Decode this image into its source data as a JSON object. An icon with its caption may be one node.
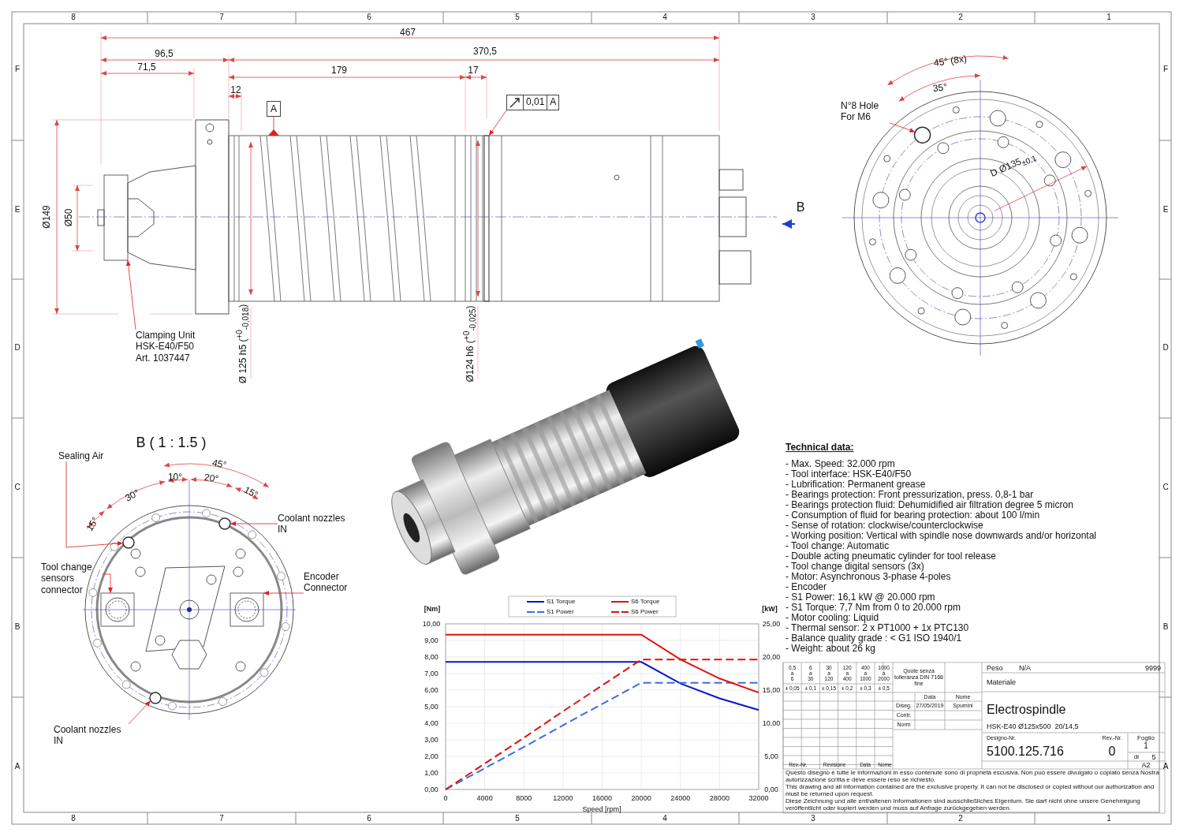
{
  "diagram": {
    "nodes": [
      {
        "text": [
          "Clamping Unit HSK-E40/F50 Art. 1037447"
        ]
      },
      {
        "text": [
          "A"
        ]
      },
      {
        "text": [
          "0,01",
          "A"
        ]
      },
      {
        "text": [
          "N°8 Hole For M6"
        ]
      },
      {
        "text": [
          "Sealing Air"
        ]
      },
      {
        "text": [
          "Coolant nozzles IN"
        ]
      },
      {
        "text": [
          "Tool change sensors connector"
        ]
      },
      {
        "text": [
          "Encoder Connector"
        ]
      },
      {
        "text": [
          "Coolant nozzles IN"
        ]
      },
      {
        "text": [],
        "shape": "box"
      },
      {
        "text": [],
        "shape": "box"
      },
      {
        "text": [],
        "shape": "bar",
        "in": 10
      },
      {
        "text": [],
        "shape": "circle"
      },
      {
        "text": [],
        "shape": "circle"
      },
      {
        "text": [],
        "shape": "circle"
      },
      {
        "text": [],
        "shape": "box"
      },
      {
        "text": [],
        "shape": "box"
      },
      {
        "text": [],
        "shape": "circle"
      }
    ],
    "edges": [
      {
        "from": 0,
        "to": 9,
        "arrow": "to"
      },
      {
        "from": 1,
        "to": 10,
        "arrow": "other"
      },
      {
        "from": 2,
        "to": 11,
        "arrow": "to"
      },
      {
        "from": 3,
        "to": 12,
        "arrow": "to"
      },
      {
        "from": 4,
        "to": 13,
        "arrow": "to"
      },
      {
        "from": 5,
        "to": 14,
        "arrow": "to"
      },
      {
        "from": 6,
        "to": 15,
        "arrow": "to"
      },
      {
        "from": 7,
        "to": 16,
        "arrow": "to"
      },
      {
        "from": 8,
        "to": 17,
        "arrow": "to"
      }
    ],
    "labels": [
      "8",
      "7",
      "6",
      "5",
      "4",
      "3",
      "2",
      "1",
      "8",
      "7",
      "6",
      "5",
      "4",
      "3",
      "2",
      "1",
      "F",
      "E",
      "D",
      "C",
      "B",
      "A",
      "F",
      "E",
      "D",
      "C",
      "B",
      "A",
      "467",
      "96,5",
      "370,5",
      "71,5",
      "179",
      "17",
      "12",
      "Ø149",
      "Ø50",
      "Ø 125 h5 ($^{+0}$$_{-0,018}$)",
      "Ø124 h6 ($^{+0}$$_{-0,025}$)",
      "B",
      "45° (8x)",
      "35°",
      "D Ø135$_{±0,1}$",
      "B ( 1 : 1.5 )",
      "45°",
      "10°",
      "20°",
      "30°",
      "15°",
      "15°",
      "Technical data:",
      "- Max. Speed: 32.000 rpm",
      "- Tool interface: HSK-E40/F50",
      "- Lubrification: Permanent grease",
      "- Bearings protection: Front pressurization, press. 0,8-1 bar",
      "- Bearings protection fluid: Dehumidified air filtration degree 5 micron",
      "- Consumption of fluid for bearing protection: about 100 l/min",
      "- Sense of rotation: clockwise/counterclockwise",
      "- Working position: Vertical with spindle nose downwards and/or horizontal",
      "- Tool change: Automatic",
      "- Double acting pneumatic cylinder for tool release",
      "- Tool change digital sensors (3x)",
      "- Motor: Asynchronous 3-phase 4-poles",
      "- Encoder",
      "- S1 Power: 16,1 kW @ 20.000 rpm",
      "- S1 Torque: 7,7 Nm from 0 to 20.000 rpm",
      "- Motor cooling: Liquid",
      "- Thermal sensor: 2 x PT1000 + 1x PTC130",
      "- Balance quality grade : < G1 ISO 1940/1",
      "- Weight: about 26 kg",
      "0,5 a 6",
      "6 a 30",
      "30 a 120",
      "120 a 400",
      "400 a 1000",
      "1000 a 2000",
      "± 0,05",
      "± 0,1",
      "± 0,15",
      "± 0,2",
      "± 0,3",
      "± 0,5",
      "Quote senza tolleranza DIN 7168 fine",
      "Peso",
      "N/A",
      "9999",
      "Materiale",
      "Data",
      "Nome",
      "Diseg.",
      "27/05/2019",
      "Spumini",
      "Contr.",
      "Norm",
      "Electrospindle",
      "HSK-E40 Ø125x500  20/14,5",
      "Designo-Nr.",
      "5100.125.716",
      "Rev.-Nr.",
      "0",
      "Foglio",
      "1",
      "di",
      "5",
      "Rev.-Nr.",
      "Revisione",
      "Data",
      "Nome",
      "A2",
      "Questo disegno e tutte le informazioni in esso contenute sono di proprietà escusiva. Non può essere divulgato o copiato senza Nostra autorizzazione scritta e deve essere reso se richiesto.",
      "This drawing and all information contained are the exclusive property. It can not be disclosed or copied without our authorization and must be returned upon request.",
      "Diese Zeichnung und alle enthaltenen Informationen sind ausschließliches Eigentum. Sie darf nicht ohne unsere Genehmigung veröffentlicht oder kopiert werden und muss auf Anfrage zurückgegeben werden."
    ],
    "chart_data": {
      "type": "line",
      "xlabel": "Speed [rpm]",
      "ylabel": "[Nm]",
      "y2label": "[kW]",
      "grid": true,
      "legend": true,
      "x": [
        0,
        4000,
        8000,
        12000,
        16000,
        20000,
        24000,
        28000,
        32000
      ],
      "xlim": [
        0,
        32000
      ],
      "ylim": [
        0,
        10
      ],
      "y2lim": [
        0,
        25
      ],
      "xticks": [
        0,
        4000,
        8000,
        12000,
        16000,
        20000,
        24000,
        28000,
        32000
      ],
      "yticks": [
        {
          "value": 0,
          "label": "0,00"
        },
        {
          "value": 1,
          "label": "1,00"
        },
        {
          "value": 2,
          "label": "2,00"
        },
        {
          "value": 3,
          "label": "3,00"
        },
        {
          "value": 4,
          "label": "4,00"
        },
        {
          "value": 5,
          "label": "5,00"
        },
        {
          "value": 6,
          "label": "6,00"
        },
        {
          "value": 7,
          "label": "7,00"
        },
        {
          "value": 8,
          "label": "8,00"
        },
        {
          "value": 9,
          "label": "9,00"
        },
        {
          "value": 10,
          "label": "10,00"
        }
      ],
      "y2ticks": [
        {
          "value": 0,
          "label": "0,00"
        },
        {
          "value": 5,
          "label": "5,00"
        },
        {
          "value": 10,
          "label": "10,00"
        },
        {
          "value": 15,
          "label": "15,00"
        },
        {
          "value": 20,
          "label": "20,00"
        },
        {
          "value": 25,
          "label": "25,00"
        }
      ],
      "series": [
        {
          "name": "S1 Torque",
          "color": "#0a14d0",
          "values": [
            7.7,
            7.7,
            7.7,
            7.7,
            7.7,
            7.7,
            6.4,
            5.5,
            4.8
          ]
        },
        {
          "name": "S1 Power",
          "color": "#3a6ee0",
          "line_style": "dashed",
          "axis": "y2",
          "values": [
            0,
            3.2,
            6.4,
            9.7,
            12.9,
            16.1,
            16.1,
            16.1,
            16.1
          ]
        },
        {
          "name": "S6 Torque",
          "color": "#e01010",
          "values": [
            9.35,
            9.35,
            9.35,
            9.35,
            9.35,
            9.35,
            7.85,
            6.7,
            5.85
          ]
        },
        {
          "name": "S6 Power",
          "color": "#e01010",
          "line_style": "dashed",
          "axis": "y2",
          "values": [
            0,
            3.9,
            7.8,
            11.8,
            15.7,
            19.6,
            19.6,
            19.6,
            19.6
          ]
        }
      ]
    }
  }
}
